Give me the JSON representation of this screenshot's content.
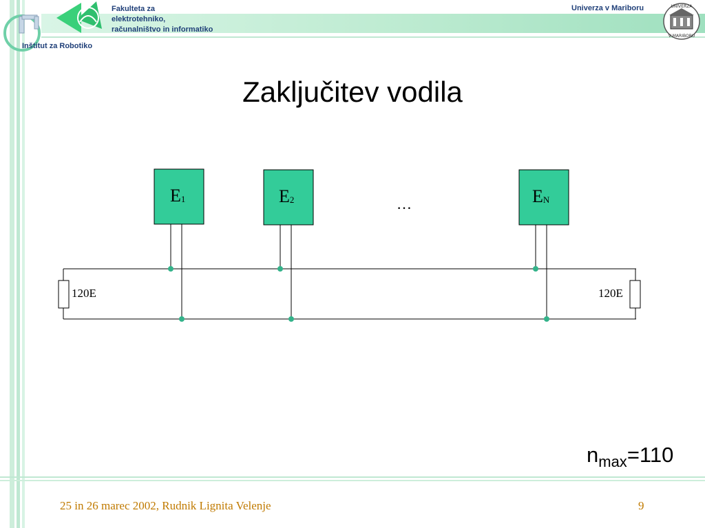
{
  "header": {
    "faculty_lines": [
      "Fakulteta za",
      "elektrotehniko,",
      "računalništvo in informatiko"
    ],
    "university": "Univerza v Mariboru",
    "institute": "Inštitut za Robotiko",
    "seal_text": [
      "UNIVERZA",
      "V MARIBORU"
    ]
  },
  "slide": {
    "title": "Zaključitev vodila"
  },
  "diagram": {
    "devices": [
      {
        "letter": "E",
        "index": "1"
      },
      {
        "letter": "E",
        "index": "2"
      },
      {
        "letter": "E",
        "index": "N"
      }
    ],
    "ellipsis": "…",
    "terminators": [
      "120E",
      "120E"
    ],
    "device_color": "#33cc99",
    "node_color": "#33b38a"
  },
  "note": {
    "n": "n",
    "sub": "max",
    "value": "=110"
  },
  "footer": {
    "text": "25 in 26 marec 2002, Rudnik Lignita Velenje",
    "page": "9"
  }
}
